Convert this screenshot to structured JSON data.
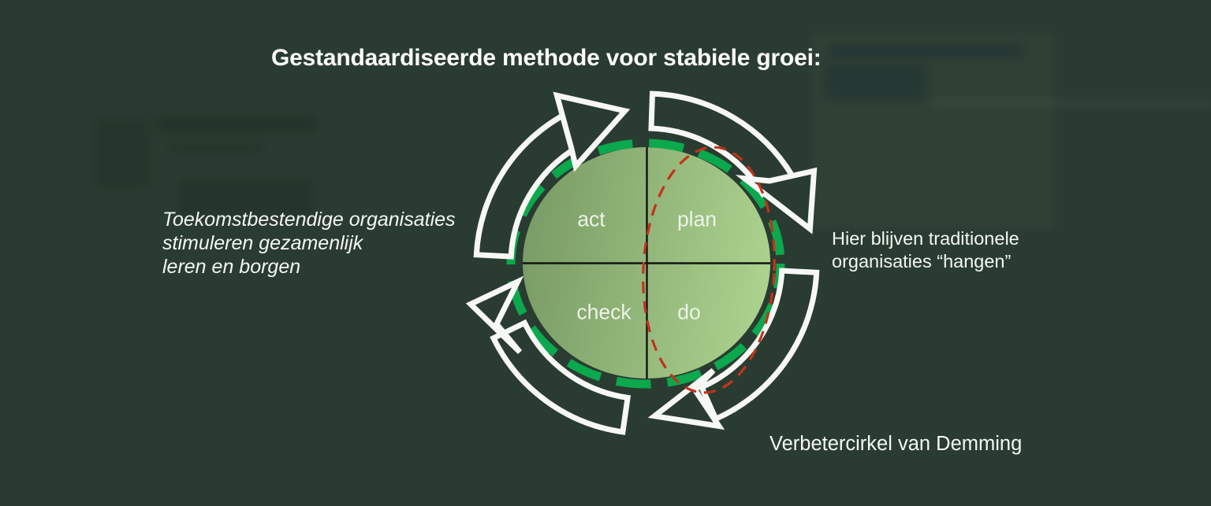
{
  "title": "Gestandaardiseerde methode voor stabiele groei:",
  "left_note": {
    "line1": "Toekomstbestendige organisaties",
    "line2": "stimuleren gezamenlijk",
    "line3": "leren en borgen"
  },
  "right_note": {
    "line1": "Hier blijven traditionele",
    "line2": "organisaties “hangen”"
  },
  "caption": "Verbetercirkel van Demming",
  "cycle": {
    "quadrants": [
      {
        "label": "act"
      },
      {
        "label": "plan"
      },
      {
        "label": "check"
      },
      {
        "label": "do"
      }
    ]
  },
  "colors": {
    "background": "#2a3c31",
    "ring_green": "#0ca84d",
    "highlight_red": "#c4321a",
    "arrow_white": "#f7f8f5",
    "divider_black": "#101510",
    "circle_gradient_start": "#7a9c66",
    "circle_gradient_end": "#acd28e",
    "text": "#f4f6f2"
  }
}
